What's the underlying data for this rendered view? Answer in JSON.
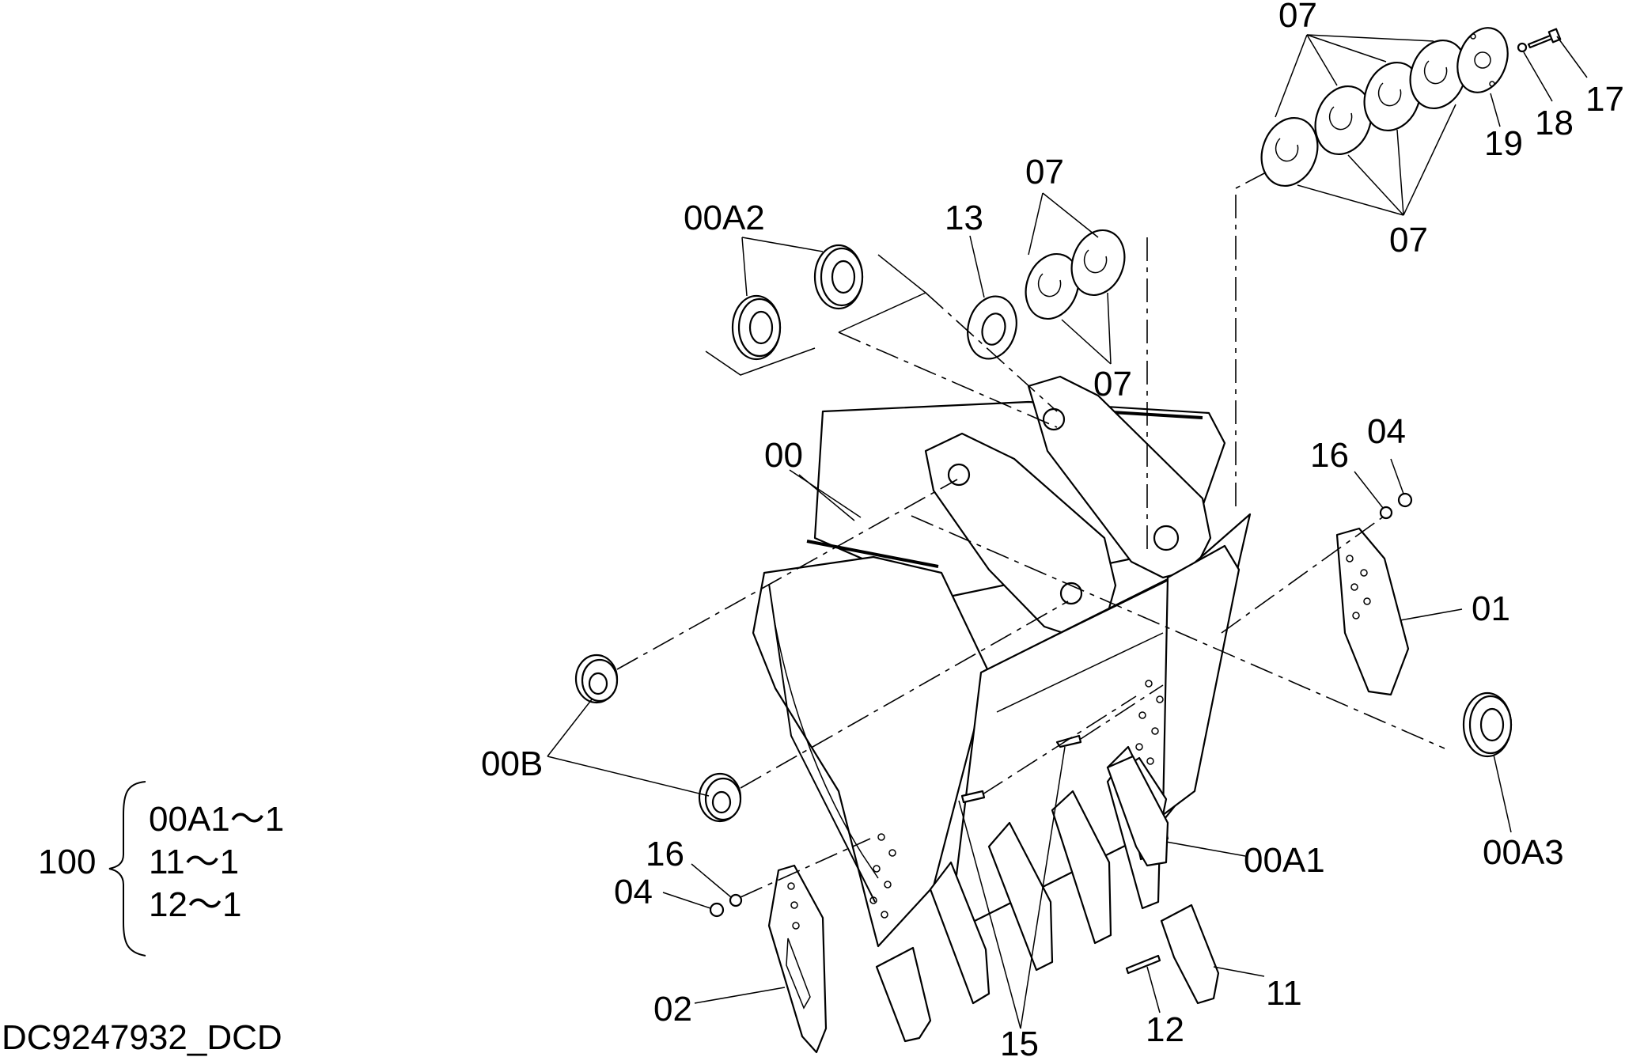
{
  "labels": {
    "p07_top": "07",
    "p17": "17",
    "p18": "18",
    "p19": "19",
    "p07_right": "07",
    "p07_mid": "07",
    "p07_mid_low": "07",
    "p13": "13",
    "p00A2": "00A2",
    "p16_right": "16",
    "p04_right": "04",
    "p00": "00",
    "p01": "01",
    "p00B": "00B",
    "p00A3": "00A3",
    "p00A1": "00A1",
    "p16_left": "16",
    "p04_left": "04",
    "p02": "02",
    "p11": "11",
    "p12": "12",
    "p15": "15"
  },
  "kit": {
    "number": "100",
    "items": [
      "00A1〜1",
      "11〜1",
      "12〜1"
    ]
  },
  "drawing_id": "DC9247932_DCD"
}
